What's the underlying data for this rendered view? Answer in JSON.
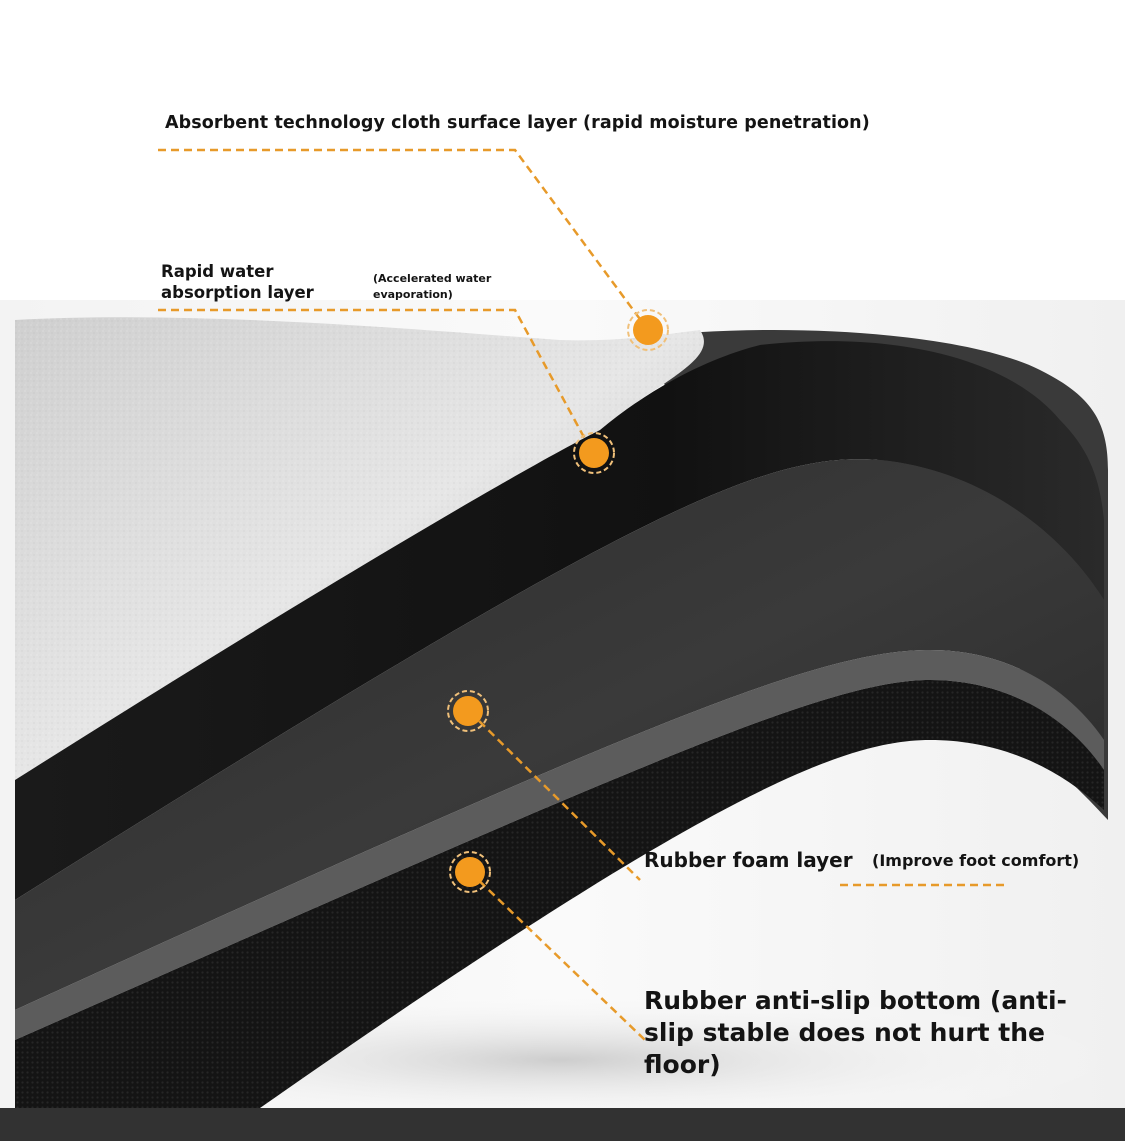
{
  "image": {
    "subject": "layered floor mat cross-section",
    "accent_color": "#f39a1e",
    "layers": [
      {
        "name": "Absorbent technology cloth surface layer (rapid moisture penetration)"
      },
      {
        "name": "Rapid water absorption layer",
        "note": "(Accelerated water evaporation)"
      },
      {
        "name": "Rubber foam layer",
        "note": "(Improve foot comfort)"
      },
      {
        "name": "Rubber anti-slip bottom (anti-slip stable does not hurt the floor)"
      }
    ]
  }
}
